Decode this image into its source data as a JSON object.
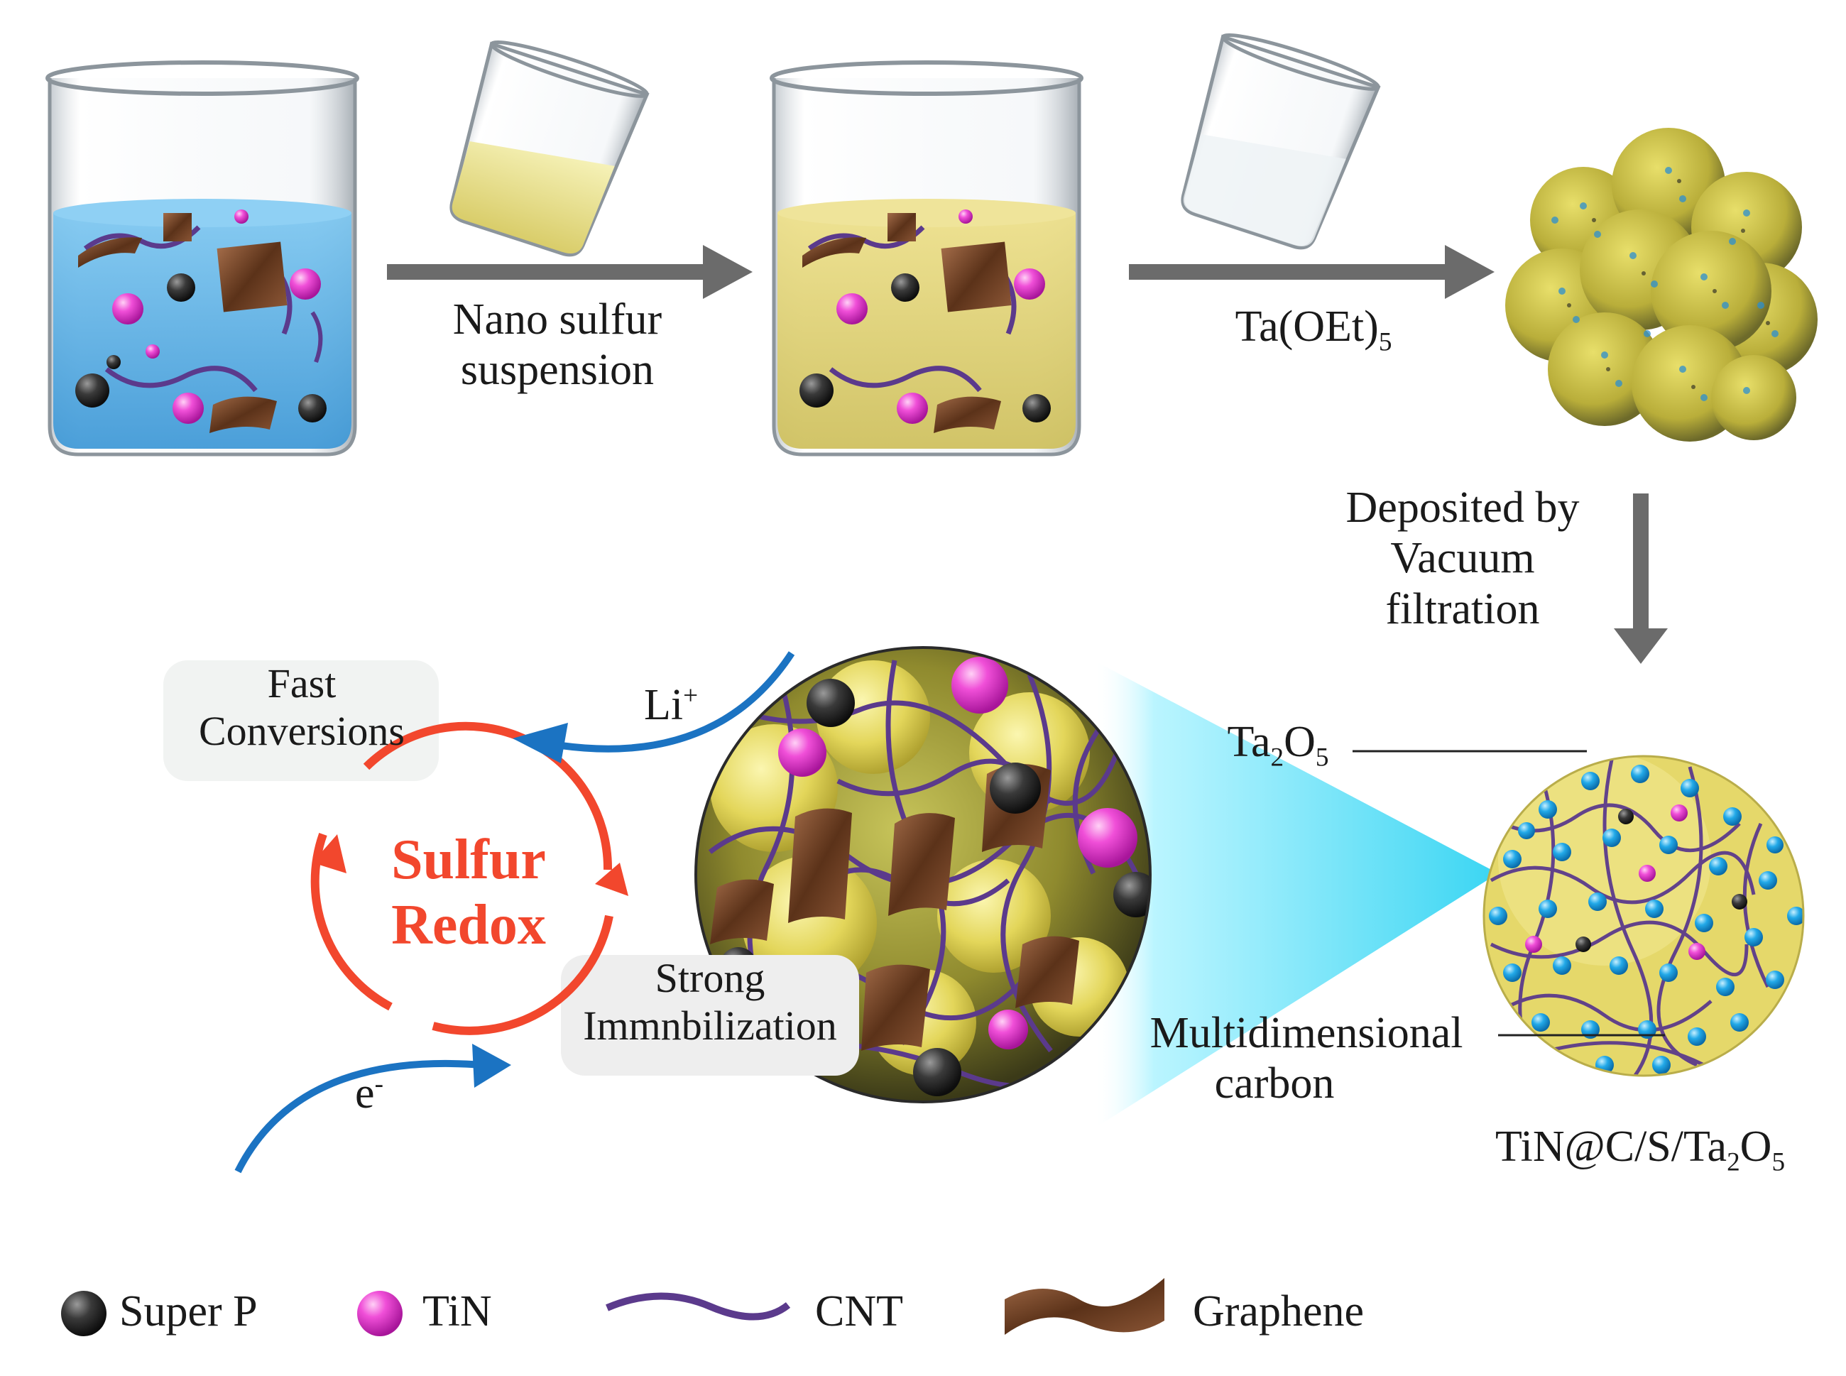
{
  "steps": {
    "step1_label": "Nano sulfur",
    "step1_label2": "suspension",
    "step2_label_base": "Ta(OEt)",
    "step2_label_sub": "5",
    "step3_label": "Deposited by",
    "step3_label2": "Vacuum",
    "step3_label3": "filtration"
  },
  "particle": {
    "coating_base": "Ta",
    "coating_sub1": "2",
    "coating_mid": "O",
    "coating_sub2": "5",
    "carbon_label": "Multidimensional",
    "carbon_label2": "carbon",
    "product_base": "TiN@C/S/Ta",
    "product_sub1": "2",
    "product_mid": "O",
    "product_sub2": "5"
  },
  "mechanism": {
    "fast_label": "Fast",
    "fast_label2": "Conversions",
    "strong_label": "Strong",
    "strong_label2": "Immnbilization",
    "redox_label": "Sulfur",
    "redox_label2": "Redox",
    "li_base": "Li",
    "li_sup": "+",
    "e_base": "e",
    "e_sup": "-"
  },
  "legend": {
    "items": [
      {
        "label": "Super P",
        "icon": "black-sphere-icon"
      },
      {
        "label": "TiN",
        "icon": "pink-sphere-icon"
      },
      {
        "label": "CNT",
        "icon": "purple-wave-icon"
      },
      {
        "label": "Graphene",
        "icon": "brown-sheet-icon"
      }
    ]
  },
  "colors": {
    "arrow_gray": "#6b6b6b",
    "liquid_blue": "#5fb4e8",
    "liquid_yellow": "#e6d97a",
    "redox_orange": "#f2472d",
    "flow_blue": "#1b73c2",
    "sulfur_yellow": "#d8cf4a",
    "ta2o5_blue": "#1aa3e0",
    "tin_pink": "#e83fd0",
    "cnt_purple": "#5b3a8c",
    "graphene_brown": "#6e3f24",
    "superp_black": "#2e2e2e"
  }
}
